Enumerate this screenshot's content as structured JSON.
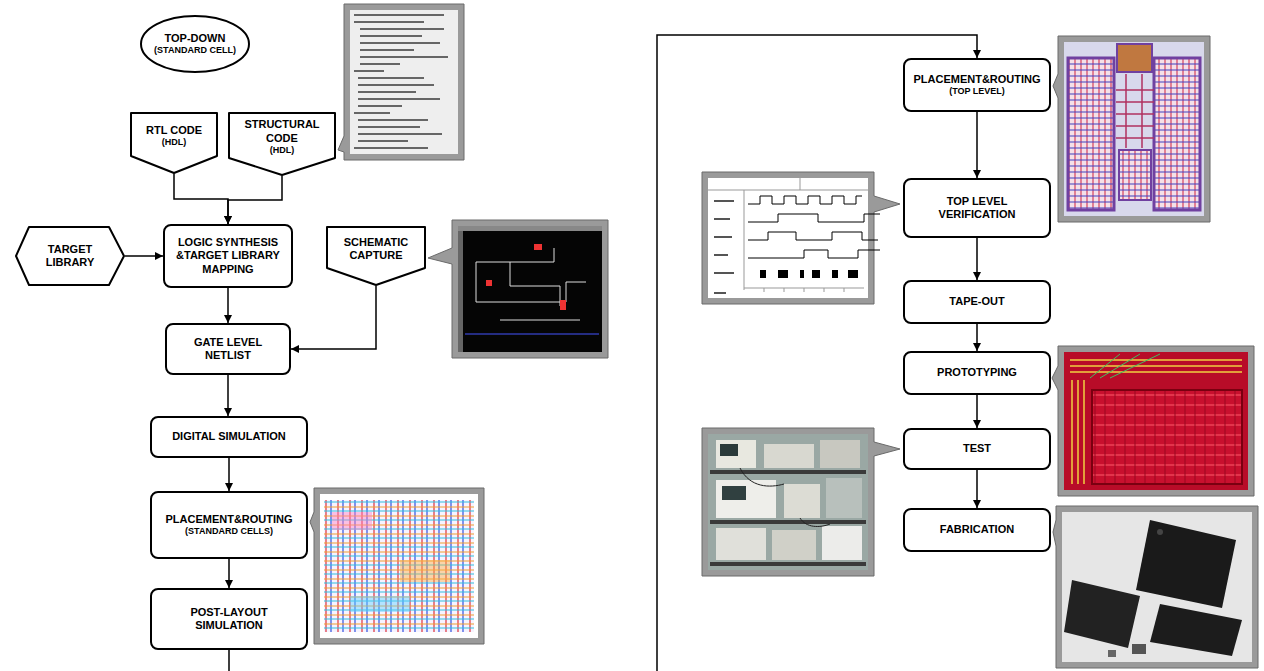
{
  "diagram": {
    "nodes": [
      {
        "text": [
          "TOP-DOWN",
          "(STANDARD CELL)"
        ]
      },
      {
        "text": [
          "RTL CODE",
          "(HDL)"
        ]
      },
      {
        "text": [
          "STRUCTURAL CODE",
          "(HDL)"
        ]
      },
      {
        "text": [
          "TARGET LIBRARY"
        ]
      },
      {
        "text": [
          "LOGIC SYNTHESIS &TARGET LIBRARY MAPPING"
        ]
      },
      {
        "text": [
          "SCHEMATIC CAPTURE"
        ]
      },
      {
        "text": [
          "GATE LEVEL NETLIST"
        ]
      },
      {
        "text": [
          "DIGITAL SIMULATION"
        ]
      },
      {
        "text": [
          "PLACEMENT&ROUTING",
          "(STANDARD CELLS)"
        ]
      },
      {
        "text": [
          "POST-LAYOUT SIMULATION"
        ]
      },
      {
        "text": [
          "PLACEMENT&ROUTING",
          "(TOP LEVEL)"
        ]
      },
      {
        "text": [
          "TOP LEVEL VERIFICATION"
        ]
      },
      {
        "text": [
          "TAPE-OUT"
        ]
      },
      {
        "text": [
          "PROTOTYPING"
        ]
      },
      {
        "text": [
          "TEST"
        ]
      },
      {
        "text": [
          "FABRICATION"
        ]
      }
    ],
    "edges": [
      {
        "from": 1,
        "to": 4,
        "arrow": "to"
      },
      {
        "from": 2,
        "to": 4,
        "arrow": "to"
      },
      {
        "from": 3,
        "to": 4,
        "arrow": "to"
      },
      {
        "from": 4,
        "to": 6,
        "arrow": "to"
      },
      {
        "from": 5,
        "to": 6,
        "arrow": "to"
      },
      {
        "from": 6,
        "to": 7,
        "arrow": "to"
      },
      {
        "from": 7,
        "to": 8,
        "arrow": "to"
      },
      {
        "from": 8,
        "to": 9,
        "arrow": "to"
      },
      {
        "from": 9,
        "to": 10,
        "arrow": "to"
      },
      {
        "from": 10,
        "to": 11,
        "arrow": "to"
      },
      {
        "from": 11,
        "to": 12,
        "arrow": "to"
      },
      {
        "from": 12,
        "to": 13,
        "arrow": "to"
      },
      {
        "from": 13,
        "to": 14,
        "arrow": "to"
      },
      {
        "from": 14,
        "to": 15,
        "arrow": "to"
      }
    ]
  }
}
